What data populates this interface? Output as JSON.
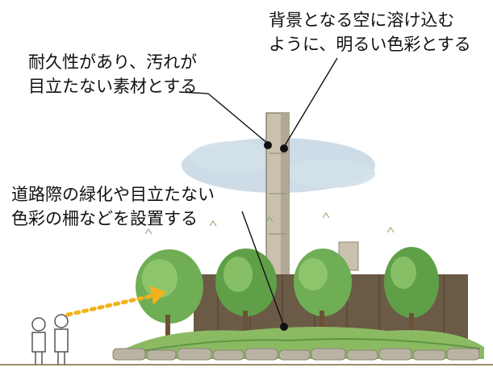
{
  "annotations": [
    {
      "id": "sky-color",
      "lines": [
        "背景となる空に溶け込む",
        "ように、明るい色彩とする"
      ]
    },
    {
      "id": "material",
      "lines": [
        "耐久性があり、汚れが",
        "目立たない素材とする"
      ]
    },
    {
      "id": "roadside",
      "lines": [
        "道路際の緑化や目立たない",
        "色彩の柵などを設置する"
      ]
    }
  ],
  "colors": {
    "tower": "#c9c1ae",
    "tower_shadow": "#8c8676",
    "sky_wash": "#c6d6e4",
    "tree": "#6fae54",
    "tree_dark": "#3f7f34",
    "fence": "#6b5a45",
    "ground": "#8cba63",
    "stones": "#b9b3a3",
    "sightline_arrow": "#f2b21b",
    "leader_line": "#111111",
    "leader_dot": "#111111"
  }
}
